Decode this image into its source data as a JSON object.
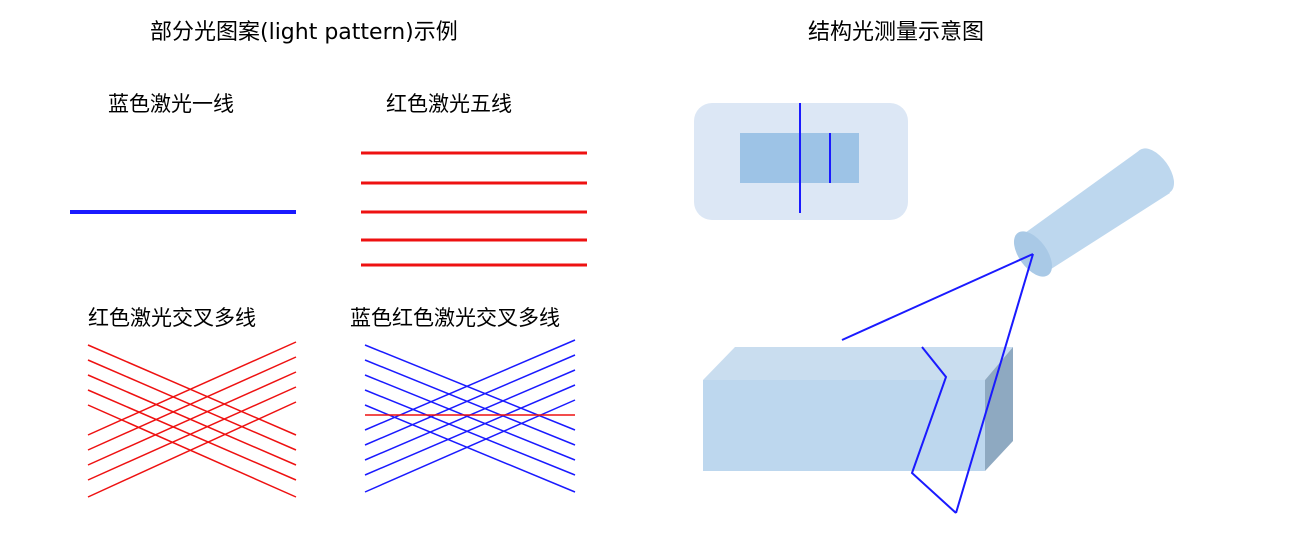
{
  "left_title": "部分光图案(light pattern)示例",
  "right_title": "结构光测量示意图",
  "patterns": {
    "blue_single": "蓝色激光一线",
    "red_five": "红色激光五线",
    "red_cross": "红色激光交叉多线",
    "blue_red_cross": "蓝色红色激光交叉多线"
  },
  "colors": {
    "blue_laser": "#1a1aff",
    "red_laser": "#ee1111",
    "light_blue": "#bdd7ee",
    "pale_panel": "#dce7f5",
    "mid_blue": "#9dc3e6",
    "side_face": "#8ea9c1"
  }
}
